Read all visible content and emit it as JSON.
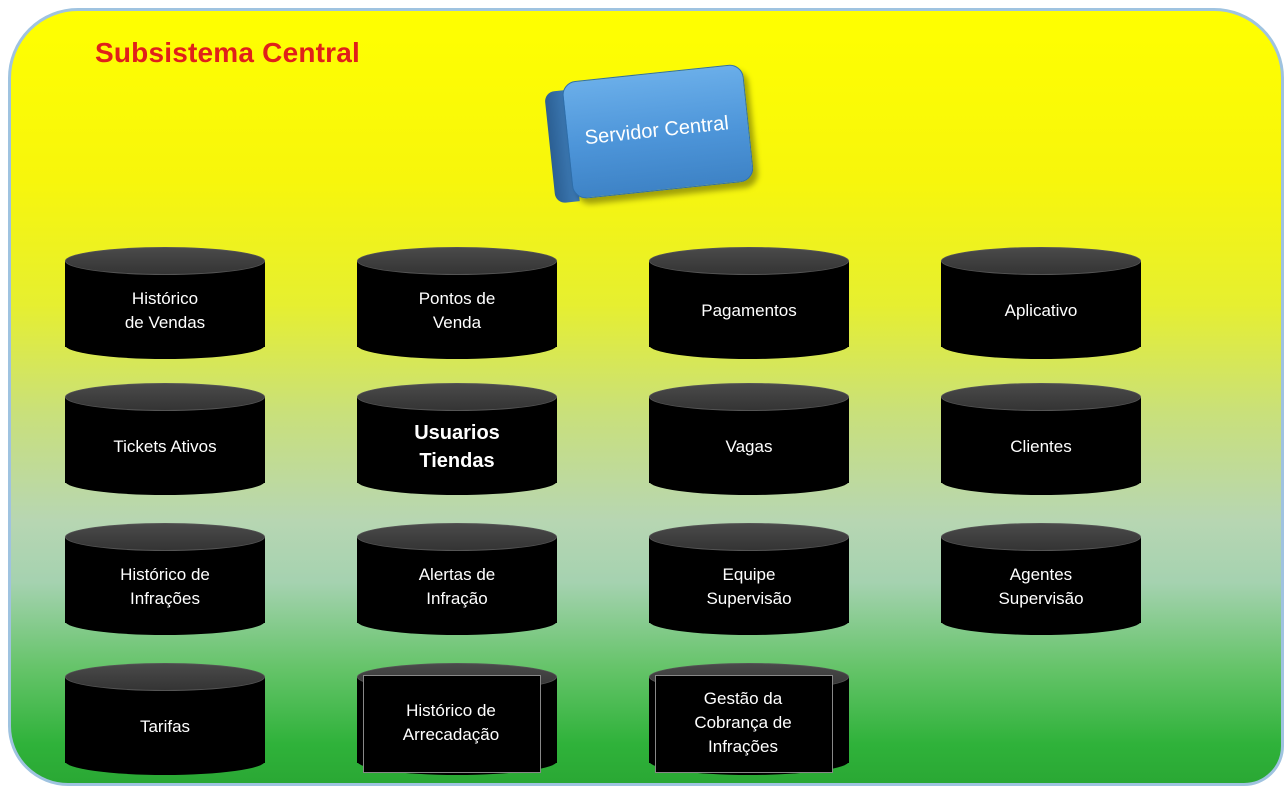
{
  "title": "Subsistema Central",
  "server": {
    "label": "Servidor Central"
  },
  "databases": [
    {
      "name": "historico-vendas",
      "label": "Histórico\nde Vendas"
    },
    {
      "name": "pontos-venda",
      "label": "Pontos de\nVenda"
    },
    {
      "name": "pagamentos",
      "label": "Pagamentos"
    },
    {
      "name": "aplicativo",
      "label": "Aplicativo"
    },
    {
      "name": "tickets-ativos",
      "label": "Tickets Ativos"
    },
    {
      "name": "usuarios-tiendas",
      "label": "Usuarios\nTiendas"
    },
    {
      "name": "vagas",
      "label": "Vagas"
    },
    {
      "name": "clientes",
      "label": "Clientes"
    },
    {
      "name": "historico-infracoes",
      "label": "Histórico de\nInfrações"
    },
    {
      "name": "alertas-infracao",
      "label": "Alertas de\nInfração"
    },
    {
      "name": "equipe-supervisao",
      "label": "Equipe\nSupervisão"
    },
    {
      "name": "agentes-supervisao",
      "label": "Agentes\nSupervisão"
    },
    {
      "name": "tarifas",
      "label": "Tarifas"
    },
    {
      "name": "historico-arrecadacao",
      "label": "Histórico de\nArrecadação"
    },
    {
      "name": "gestao-cobranca-infracoes",
      "label": "Gestão da\nCobrança de\nInfrações"
    }
  ]
}
